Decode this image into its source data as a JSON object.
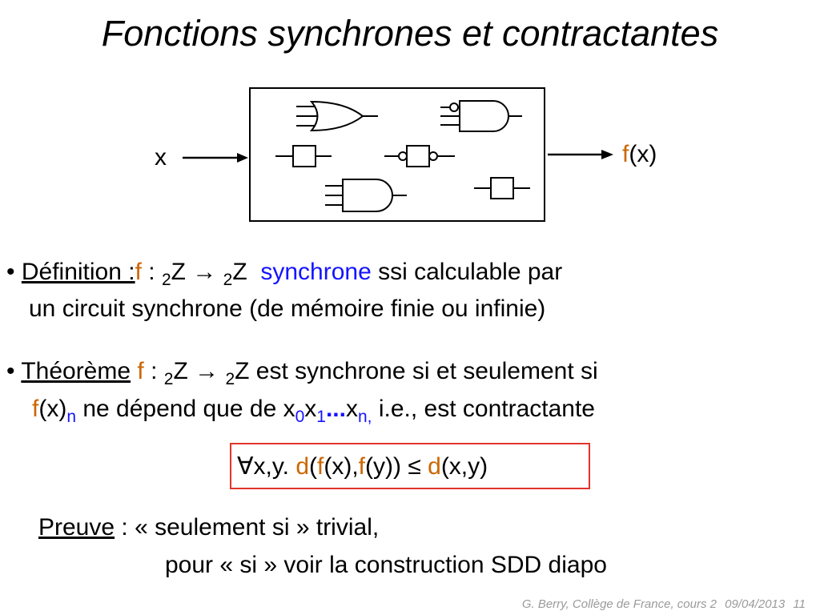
{
  "slide": {
    "title": "Fonctions synchrones et contractantes"
  },
  "diagram": {
    "input_label": "x",
    "output_f": "f",
    "output_rest": "(x)"
  },
  "definition": {
    "bullet": "•",
    "heading": "Définition :",
    "f": "f",
    "colon": " : ",
    "sub1": "2",
    "z1": "Z",
    "arrow": " → ",
    "sub2": "2",
    "z2": "Z",
    "keyword": "synchrone",
    "rest1": " ssi calculable par",
    "line2": "un circuit synchrone (de mémoire finie ou infinie)"
  },
  "theorem": {
    "bullet": "•",
    "heading": "Théorème",
    "f": "f",
    "colon": " : ",
    "sub1": "2",
    "z1": "Z",
    "arrow": " → ",
    "sub2": "2",
    "z2": "Z",
    "rest1": "  est synchrone si et seulement si",
    "l2_f": "f",
    "l2_x": "(x)",
    "l2_sub_n": "n",
    "l2_mid": " ne dépend que de x",
    "l2_sub0": "0",
    "l2_x1": "x",
    "l2_sub1": "1",
    "l2_dots": "...",
    "l2_xn": "x",
    "l2_subn": "n,",
    "l2_end": " i.e., est contractante"
  },
  "formula": {
    "forall": "∀x,y. ",
    "d1": "d",
    "p1": "(",
    "f1": "f",
    "p2": "(x),",
    "f2": "f",
    "p3": "(y)) ≤ ",
    "d2": "d",
    "p4": "(x,y)"
  },
  "proof": {
    "heading": "Preuve",
    "line1": " : « seulement si » trivial,",
    "line2": "pour « si » voir la construction SDD diapo"
  },
  "footer": {
    "credit": "G. Berry, Collège de France, cours 2",
    "date": "09/04/2013",
    "page": "11"
  },
  "colors": {
    "function_f": "#cc6600",
    "keyword_blue": "#1414ff",
    "formula_border": "#e2342b",
    "footer_gray": "#9a9a9a"
  }
}
